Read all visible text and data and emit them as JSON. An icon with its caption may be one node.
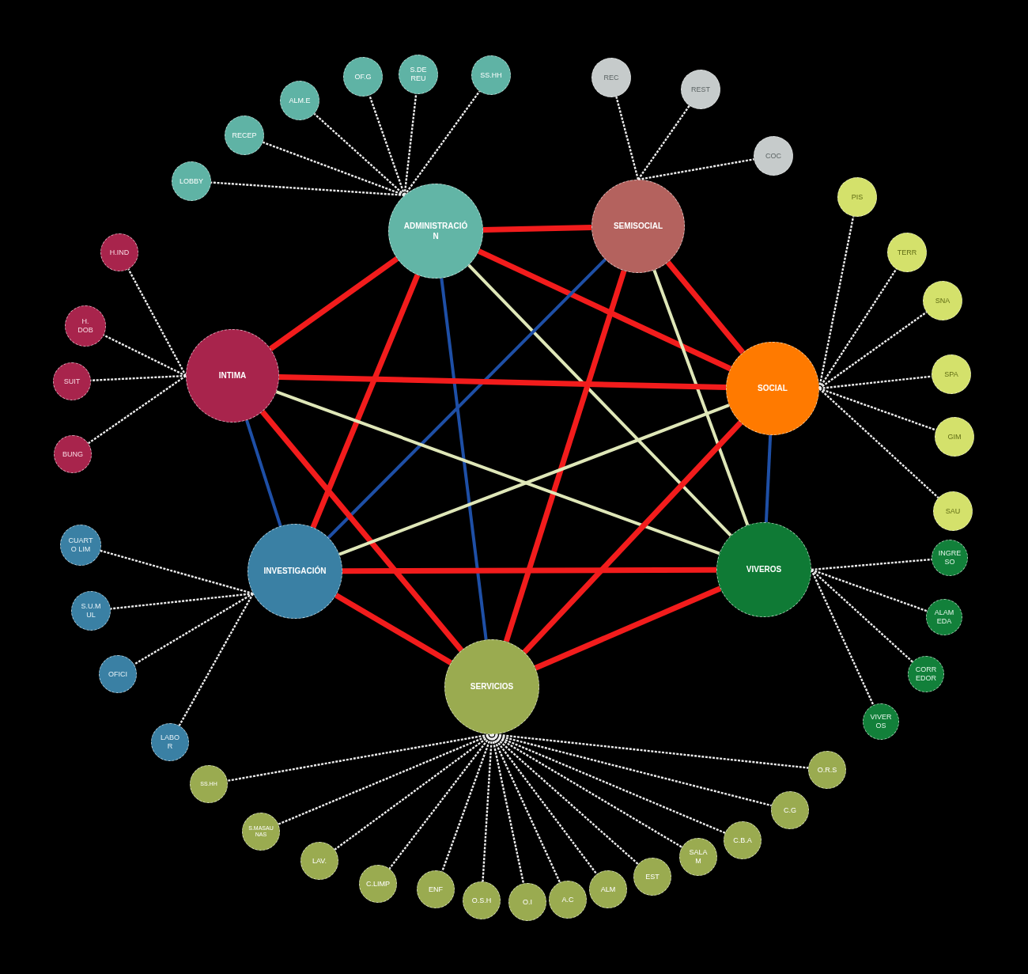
{
  "diagram": {
    "nodes": [
      {
        "text": [
          "ADMINISTRACIÓ N"
        ]
      },
      {
        "text": [
          "SEMISOCIAL"
        ]
      },
      {
        "text": [
          "INTIMA"
        ]
      },
      {
        "text": [
          "SOCIAL"
        ]
      },
      {
        "text": [
          "INVESTIGACIÓN"
        ]
      },
      {
        "text": [
          "VIVEROS"
        ]
      },
      {
        "text": [
          "SERVICIOS"
        ]
      },
      {
        "text": [
          "LOBBY"
        ]
      },
      {
        "text": [
          "RECEP"
        ]
      },
      {
        "text": [
          "ALM.E"
        ]
      },
      {
        "text": [
          "OF.G"
        ]
      },
      {
        "text": [
          "S.DE REU"
        ]
      },
      {
        "text": [
          "SS.HH"
        ]
      },
      {
        "text": [
          "REC"
        ]
      },
      {
        "text": [
          "REST"
        ]
      },
      {
        "text": [
          "COC"
        ]
      },
      {
        "text": [
          "PIS"
        ]
      },
      {
        "text": [
          "TERR"
        ]
      },
      {
        "text": [
          "SNA"
        ]
      },
      {
        "text": [
          "SPA"
        ]
      },
      {
        "text": [
          "GIM"
        ]
      },
      {
        "text": [
          "SAU"
        ]
      },
      {
        "text": [
          "INGRE SO"
        ]
      },
      {
        "text": [
          "ALAM EDA"
        ]
      },
      {
        "text": [
          "CORR EDOR"
        ]
      },
      {
        "text": [
          "VIVER OS"
        ]
      },
      {
        "text": [
          "SS.HH"
        ]
      },
      {
        "text": [
          "S.MASAU NAS"
        ]
      },
      {
        "text": [
          "LAV."
        ]
      },
      {
        "text": [
          "C.LIMP"
        ]
      },
      {
        "text": [
          "ENF"
        ]
      },
      {
        "text": [
          "O.S.H"
        ]
      },
      {
        "text": [
          "O.I"
        ]
      },
      {
        "text": [
          "A.C"
        ]
      },
      {
        "text": [
          "ALM"
        ]
      },
      {
        "text": [
          "EST"
        ]
      },
      {
        "text": [
          "SALA M"
        ]
      },
      {
        "text": [
          "C.B.A"
        ]
      },
      {
        "text": [
          "C.G"
        ]
      },
      {
        "text": [
          "O.R.S"
        ]
      },
      {
        "text": [
          "CUART O LIM"
        ]
      },
      {
        "text": [
          "S.U.M UL"
        ]
      },
      {
        "text": [
          "OFICI"
        ]
      },
      {
        "text": [
          "LABO R"
        ]
      },
      {
        "text": [
          "H.IND"
        ]
      },
      {
        "text": [
          "H. DOB"
        ]
      },
      {
        "text": [
          "SUIT"
        ]
      },
      {
        "text": [
          "BUNG"
        ]
      }
    ],
    "edges": [
      {
        "from": 0,
        "to": 1,
        "arrow": "none",
        "style": "thick",
        "color": "#f21c1c"
      },
      {
        "from": 0,
        "to": 2,
        "arrow": "none",
        "style": "thick",
        "color": "#f21c1c"
      },
      {
        "from": 0,
        "to": 3,
        "arrow": "none",
        "style": "thick",
        "color": "#f21c1c"
      },
      {
        "from": 0,
        "to": 4,
        "arrow": "none",
        "style": "thick",
        "color": "#f21c1c"
      },
      {
        "from": 0,
        "to": 5,
        "arrow": "none",
        "color": "#dfe7b8"
      },
      {
        "from": 0,
        "to": 6,
        "arrow": "none",
        "color": "#1e4fa6"
      },
      {
        "from": 1,
        "to": 3,
        "arrow": "none",
        "style": "thick",
        "color": "#f21c1c"
      },
      {
        "from": 1,
        "to": 4,
        "arrow": "none",
        "color": "#1e4fa6"
      },
      {
        "from": 1,
        "to": 5,
        "arrow": "none",
        "color": "#dfe7b8"
      },
      {
        "from": 1,
        "to": 6,
        "arrow": "none",
        "style": "thick",
        "color": "#f21c1c"
      },
      {
        "from": 2,
        "to": 3,
        "arrow": "none",
        "style": "thick",
        "color": "#f21c1c"
      },
      {
        "from": 2,
        "to": 4,
        "arrow": "none",
        "color": "#1e4fa6"
      },
      {
        "from": 2,
        "to": 5,
        "arrow": "none",
        "color": "#dfe7b8"
      },
      {
        "from": 2,
        "to": 6,
        "arrow": "none",
        "style": "thick",
        "color": "#f21c1c"
      },
      {
        "from": 3,
        "to": 4,
        "arrow": "none",
        "color": "#dfe7b8"
      },
      {
        "from": 3,
        "to": 5,
        "arrow": "none",
        "color": "#1e4fa6"
      },
      {
        "from": 3,
        "to": 6,
        "arrow": "none",
        "style": "thick",
        "color": "#f21c1c"
      },
      {
        "from": 4,
        "to": 5,
        "arrow": "none",
        "style": "thick",
        "color": "#f21c1c"
      },
      {
        "from": 4,
        "to": 6,
        "arrow": "none",
        "style": "thick",
        "color": "#f21c1c"
      },
      {
        "from": 5,
        "to": 6,
        "arrow": "none",
        "style": "thick",
        "color": "#f21c1c"
      },
      {
        "from": 0,
        "to": 7,
        "arrow": "none",
        "style": "dashed"
      },
      {
        "from": 0,
        "to": 8,
        "arrow": "none",
        "style": "dashed"
      },
      {
        "from": 0,
        "to": 9,
        "arrow": "none",
        "style": "dashed"
      },
      {
        "from": 0,
        "to": 10,
        "arrow": "none",
        "style": "dashed"
      },
      {
        "from": 0,
        "to": 11,
        "arrow": "none",
        "style": "dashed"
      },
      {
        "from": 0,
        "to": 12,
        "arrow": "none",
        "style": "dashed"
      },
      {
        "from": 1,
        "to": 13,
        "arrow": "none",
        "style": "dashed"
      },
      {
        "from": 1,
        "to": 14,
        "arrow": "none",
        "style": "dashed"
      },
      {
        "from": 1,
        "to": 15,
        "arrow": "none",
        "style": "dashed"
      },
      {
        "from": 3,
        "to": 16,
        "arrow": "none",
        "style": "dashed"
      },
      {
        "from": 3,
        "to": 17,
        "arrow": "none",
        "style": "dashed"
      },
      {
        "from": 3,
        "to": 18,
        "arrow": "none",
        "style": "dashed"
      },
      {
        "from": 3,
        "to": 19,
        "arrow": "none",
        "style": "dashed"
      },
      {
        "from": 3,
        "to": 20,
        "arrow": "none",
        "style": "dashed"
      },
      {
        "from": 3,
        "to": 21,
        "arrow": "none",
        "style": "dashed"
      },
      {
        "from": 5,
        "to": 22,
        "arrow": "none",
        "style": "dashed"
      },
      {
        "from": 5,
        "to": 23,
        "arrow": "none",
        "style": "dashed"
      },
      {
        "from": 5,
        "to": 24,
        "arrow": "none",
        "style": "dashed"
      },
      {
        "from": 5,
        "to": 25,
        "arrow": "none",
        "style": "dashed"
      },
      {
        "from": 6,
        "to": 26,
        "arrow": "none",
        "style": "dashed"
      },
      {
        "from": 6,
        "to": 27,
        "arrow": "none",
        "style": "dashed"
      },
      {
        "from": 6,
        "to": 28,
        "arrow": "none",
        "style": "dashed"
      },
      {
        "from": 6,
        "to": 29,
        "arrow": "none",
        "style": "dashed"
      },
      {
        "from": 6,
        "to": 30,
        "arrow": "none",
        "style": "dashed"
      },
      {
        "from": 6,
        "to": 31,
        "arrow": "none",
        "style": "dashed"
      },
      {
        "from": 6,
        "to": 32,
        "arrow": "none",
        "style": "dashed"
      },
      {
        "from": 6,
        "to": 33,
        "arrow": "none",
        "style": "dashed"
      },
      {
        "from": 6,
        "to": 34,
        "arrow": "none",
        "style": "dashed"
      },
      {
        "from": 6,
        "to": 35,
        "arrow": "none",
        "style": "dashed"
      },
      {
        "from": 6,
        "to": 36,
        "arrow": "none",
        "style": "dashed"
      },
      {
        "from": 6,
        "to": 37,
        "arrow": "none",
        "style": "dashed"
      },
      {
        "from": 6,
        "to": 38,
        "arrow": "none",
        "style": "dashed"
      },
      {
        "from": 6,
        "to": 39,
        "arrow": "none",
        "style": "dashed"
      },
      {
        "from": 4,
        "to": 40,
        "arrow": "none",
        "style": "dashed"
      },
      {
        "from": 4,
        "to": 41,
        "arrow": "none",
        "style": "dashed"
      },
      {
        "from": 4,
        "to": 42,
        "arrow": "none",
        "style": "dashed"
      },
      {
        "from": 4,
        "to": 43,
        "arrow": "none",
        "style": "dashed"
      },
      {
        "from": 2,
        "to": 44,
        "arrow": "none",
        "style": "dashed"
      },
      {
        "from": 2,
        "to": 45,
        "arrow": "none",
        "style": "dashed"
      },
      {
        "from": 2,
        "to": 46,
        "arrow": "none",
        "style": "dashed"
      },
      {
        "from": 2,
        "to": 47,
        "arrow": "none",
        "style": "dashed"
      }
    ]
  }
}
